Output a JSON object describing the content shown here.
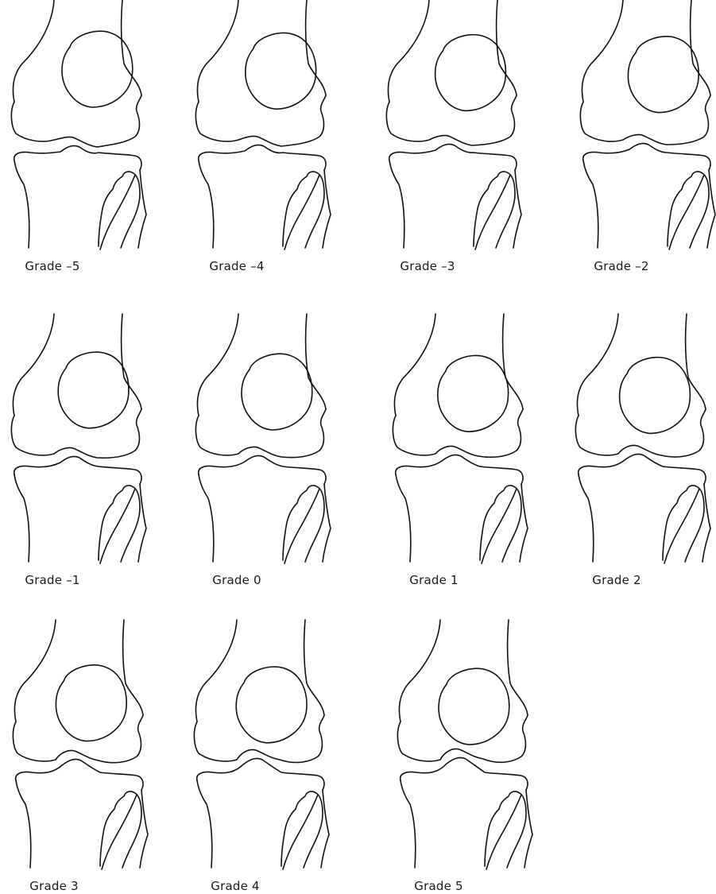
{
  "colors": {
    "line": "#111111",
    "background": "#ffffff"
  },
  "panels": [
    {
      "label": "Grade –5",
      "grade": -5
    },
    {
      "label": "Grade –4",
      "grade": -4
    },
    {
      "label": "Grade –3",
      "grade": -3
    },
    {
      "label": "Grade –2",
      "grade": -2
    },
    {
      "label": "Grade –1",
      "grade": -1
    },
    {
      "label": "Grade 0",
      "grade": 0
    },
    {
      "label": "Grade 1",
      "grade": 1
    },
    {
      "label": "Grade 2",
      "grade": 2
    },
    {
      "label": "Grade 3",
      "grade": 3
    },
    {
      "label": "Grade 4",
      "grade": 4
    },
    {
      "label": "Grade 5",
      "grade": 5
    }
  ]
}
